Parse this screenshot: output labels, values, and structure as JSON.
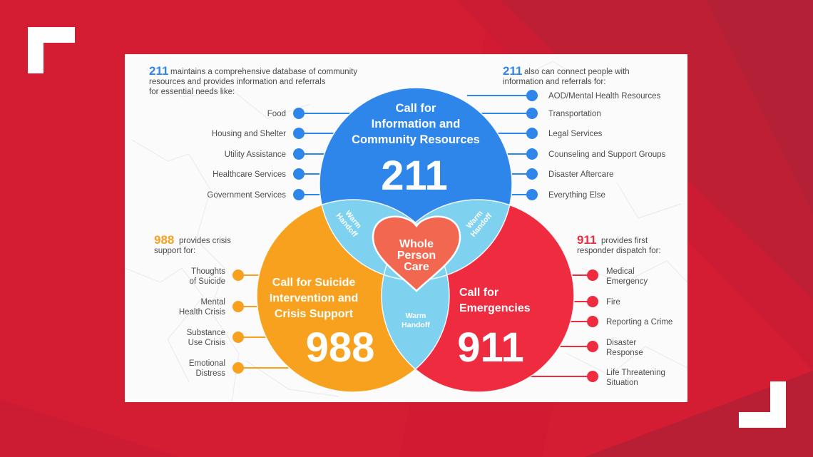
{
  "colors": {
    "background_red": "#d41c33",
    "background_dark_facet": "#b52035",
    "bracket": "#ffffff",
    "card": "#fbfbfc",
    "blue_211": "#2f86ea",
    "orange_988": "#f7a11f",
    "red_911": "#ef2b3f",
    "warm_handoff": "#7fd2ef",
    "heart": "#f1674f",
    "item_text": "#4d4d4d"
  },
  "circles": {
    "c211": {
      "title_lines": [
        "Call for",
        "Information and",
        "Community Resources"
      ],
      "number": "211"
    },
    "c988": {
      "title_lines": [
        "Call for Suicide",
        "Intervention and",
        "Crisis Support"
      ],
      "number": "988"
    },
    "c911": {
      "title_lines": [
        "Call for",
        "Emergencies"
      ],
      "number": "911"
    }
  },
  "handoffs": {
    "top_left": [
      "Warm",
      "Handoff"
    ],
    "top_right": [
      "Warm",
      "Handoff"
    ],
    "bottom": [
      "Warm",
      "Handoff"
    ]
  },
  "heart": {
    "lines": [
      "Whole",
      "Person",
      "Care"
    ]
  },
  "panels": {
    "left_211": {
      "number": "211",
      "intro_lines": [
        "maintains a comprehensive database of community",
        "resources and provides information and referrals",
        "for essential needs like:"
      ],
      "items": [
        "Food",
        "Housing and Shelter",
        "Utility Assistance",
        "Healthcare Services",
        "Government Services"
      ]
    },
    "right_211": {
      "number": "211",
      "intro_lines": [
        "also can connect people with",
        "information and referrals for:"
      ],
      "items": [
        "AOD/Mental Health Resources",
        "Transportation",
        "Legal Services",
        "Counseling and Support Groups",
        "Disaster Aftercare",
        "Everything Else"
      ]
    },
    "left_988": {
      "number": "988",
      "intro_lines": [
        "provides crisis",
        "support for:"
      ],
      "items": [
        [
          "Thoughts",
          "of Suicide"
        ],
        [
          "Mental",
          "Health Crisis"
        ],
        [
          "Substance",
          "Use Crisis"
        ],
        [
          "Emotional",
          "Distress"
        ]
      ]
    },
    "right_911": {
      "number": "911",
      "intro_lines": [
        "provides first",
        "responder dispatch for:"
      ],
      "items": [
        [
          "Medical",
          "Emergency"
        ],
        [
          "Fire"
        ],
        [
          "Reporting a Crime"
        ],
        [
          "Disaster",
          "Response"
        ],
        [
          "Life Threatening",
          "Situation"
        ]
      ]
    }
  }
}
